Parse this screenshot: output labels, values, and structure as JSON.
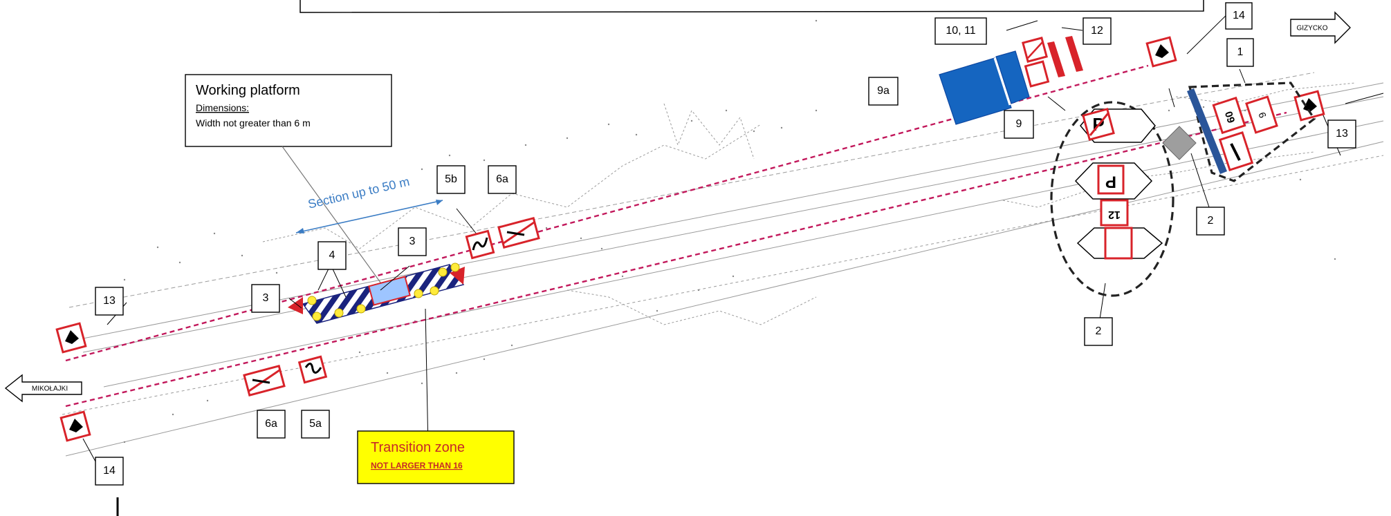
{
  "map": {
    "destinations": {
      "east": "GIZYCKO",
      "west": "MIKOŁAJKI"
    },
    "section_label": "Section up to 50 m"
  },
  "working_platform": {
    "title": "Working platform",
    "dimensions_label": "Dimensions:",
    "width_text": "Width not greater than 6 m"
  },
  "transition_zone": {
    "title": "Transition zone",
    "subtitle": "NOT LARGER THAN 16"
  },
  "callouts": {
    "c14_top": "14",
    "c1011": "10, 11",
    "c12": "12",
    "c1": "1",
    "c9a": "9a",
    "c9": "9",
    "c13_right": "13",
    "c2_right": "2",
    "c2_bottom": "2",
    "c5b": "5b",
    "c6a_top": "6a",
    "c3_mid": "3",
    "c4": "4",
    "c3_left": "3",
    "c13_left": "13",
    "c6a_bottom": "6a",
    "c5a": "5a",
    "c14_bottom": "14"
  },
  "sign_text": {
    "speed_limit": "09",
    "sign_12": "12",
    "sign_6": "6",
    "parking": "P"
  },
  "colors": {
    "sign_red": "#d8232a",
    "road_dashed": "#c2185b",
    "equipment_blue": "#1565c0",
    "barrier_navy": "#1a237e",
    "note_yellow": "#ffff00"
  }
}
